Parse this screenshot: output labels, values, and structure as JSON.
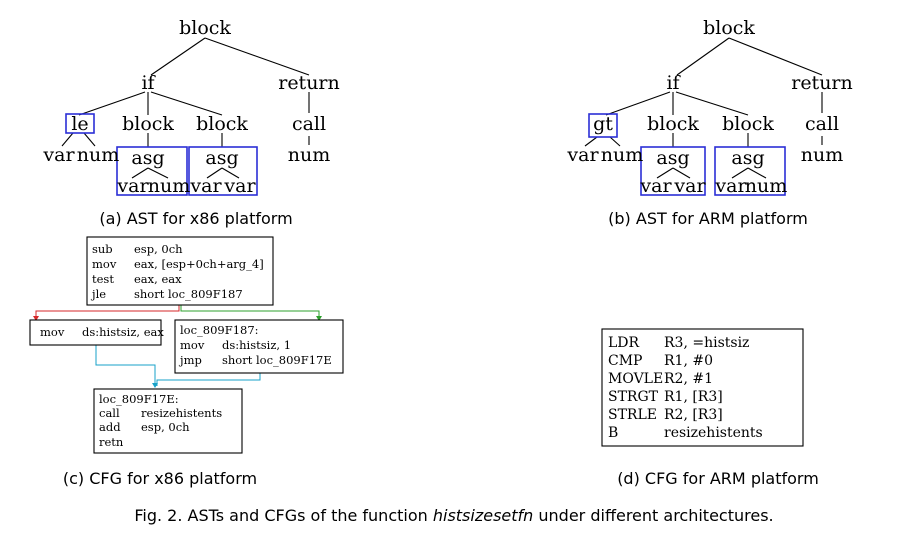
{
  "ast_x86": {
    "root": "block",
    "if": "if",
    "return": "return",
    "cond": "le",
    "block1": "block",
    "block2": "block",
    "call": "call",
    "call_num": "num",
    "cond_var": "var",
    "cond_num": "num",
    "asg1": "asg",
    "asg1_left": "var",
    "asg1_right": "num",
    "asg2": "asg",
    "asg2_left": "var",
    "asg2_right": "var",
    "caption": "(a) AST for x86 platform"
  },
  "ast_arm": {
    "root": "block",
    "if": "if",
    "return": "return",
    "cond": "gt",
    "block1": "block",
    "block2": "block",
    "call": "call",
    "call_num": "num",
    "cond_var": "var",
    "cond_num": "num",
    "asg1": "asg",
    "asg1_left": "var",
    "asg1_right": "var",
    "asg2": "asg",
    "asg2_left": "var",
    "asg2_right": "num",
    "caption": "(b) AST for ARM platform"
  },
  "cfg_x86": {
    "top_block": [
      {
        "op": "sub",
        "arg": "esp, 0ch"
      },
      {
        "op": "mov",
        "arg": "eax, [esp+0ch+arg_4]"
      },
      {
        "op": "test",
        "arg": "eax, eax"
      },
      {
        "op": "jle",
        "arg": "short loc_809F187"
      }
    ],
    "left_block": [
      {
        "op": "mov",
        "arg": "ds:histsiz, eax"
      }
    ],
    "right_block_label": "loc_809F187:",
    "right_block": [
      {
        "op": "mov",
        "arg": "ds:histsiz, 1"
      },
      {
        "op": "jmp",
        "arg": "short loc_809F17E"
      }
    ],
    "bottom_block_label": "loc_809F17E:",
    "bottom_block": [
      {
        "op": "call",
        "arg": "resizehistents"
      },
      {
        "op": "add",
        "arg": "esp, 0ch"
      },
      {
        "op": "retn",
        "arg": ""
      }
    ],
    "edge_colors": {
      "taken": "#d62728",
      "fallthrough": "#2ca02c",
      "jump": "#17a2c8"
    },
    "caption": "(c) CFG for x86 platform"
  },
  "cfg_arm": {
    "lines": [
      {
        "op": "LDR",
        "arg": "R3, =histsiz"
      },
      {
        "op": "CMP",
        "arg": "R1, #0"
      },
      {
        "op": "MOVLE",
        "arg": "R2, #1"
      },
      {
        "op": "STRGT",
        "arg": "R1, [R3]"
      },
      {
        "op": "STRLE",
        "arg": "R2, [R3]"
      },
      {
        "op": "B",
        "arg": "resizehistents"
      }
    ],
    "caption": "(d) CFG for ARM platform"
  },
  "figure_caption": {
    "prefix": "Fig. 2.  ASTs and CFGs of the function ",
    "function_name": "histsizesetfn",
    "suffix": " under different architectures."
  },
  "colors": {
    "highlight_box": "#2b2fd6"
  }
}
